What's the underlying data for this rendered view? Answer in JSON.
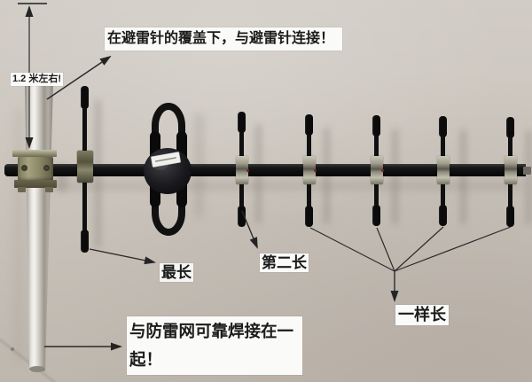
{
  "annotations": {
    "top_note": "在避雷针的覆盖下，与避雷针连接！",
    "height_note": "1.2 米左右!",
    "longest_label": "最长",
    "second_longest_label": "第二长",
    "same_length_label": "一样长",
    "bottom_note": "与防雷网可靠焊接在一起！"
  },
  "scene": {
    "subject": "yagi-antenna-on-lightning-rod-pole",
    "element_count": 7,
    "director_count": 5
  },
  "colors": {
    "wall": "#c9c3bb",
    "note_background": "#fafaf8",
    "text": "#1b1b1b",
    "arrow": "#2b2b2b",
    "boom": "#141414",
    "element": "#101010",
    "clamp_metal": "#b5b2a2",
    "bracket_brass": "#8f8c68",
    "pole_highlight": "#f3f1ed"
  }
}
